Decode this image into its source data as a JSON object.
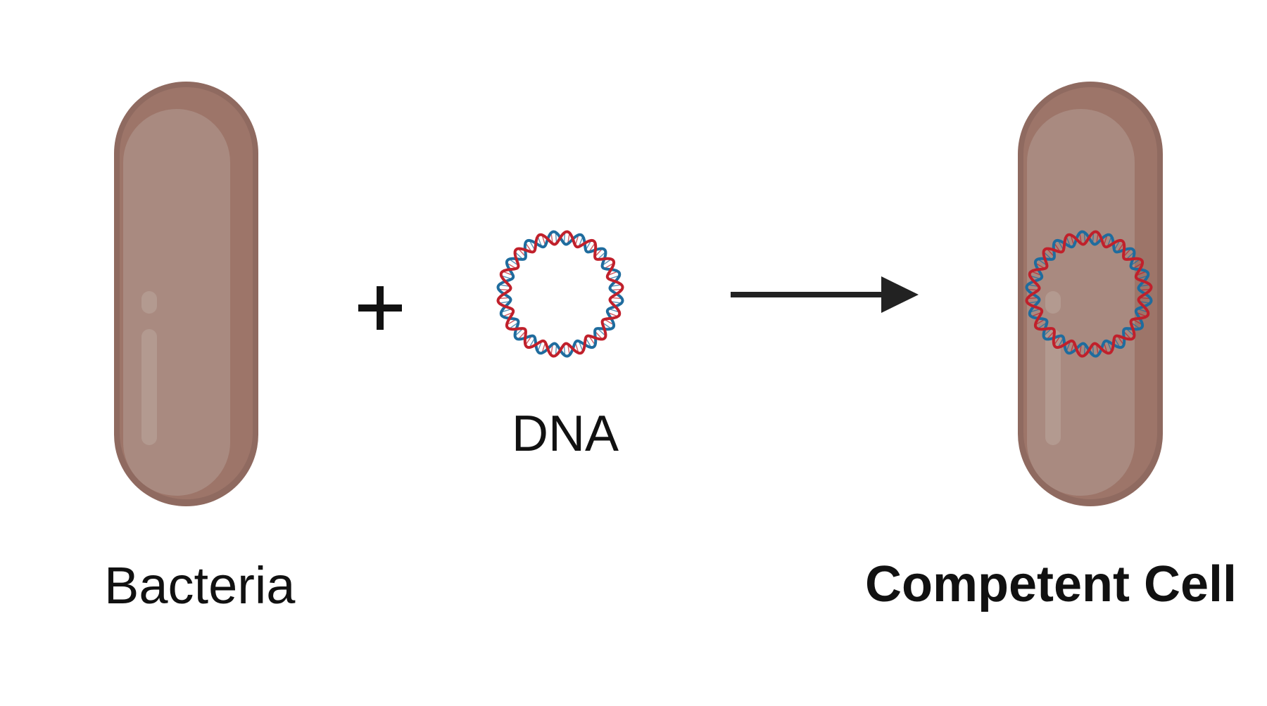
{
  "labels": {
    "bacteria": "Bacteria",
    "dna": "DNA",
    "competent_cell": "Competent Cell"
  },
  "operator": "+",
  "colors": {
    "cell_border": "#8f6a60",
    "cell_body": "#9d7569",
    "cell_highlight": "#a98a80",
    "dna_strand_a": "#c0202b",
    "dna_strand_b": "#1f6c9e",
    "arrow": "#222222"
  }
}
